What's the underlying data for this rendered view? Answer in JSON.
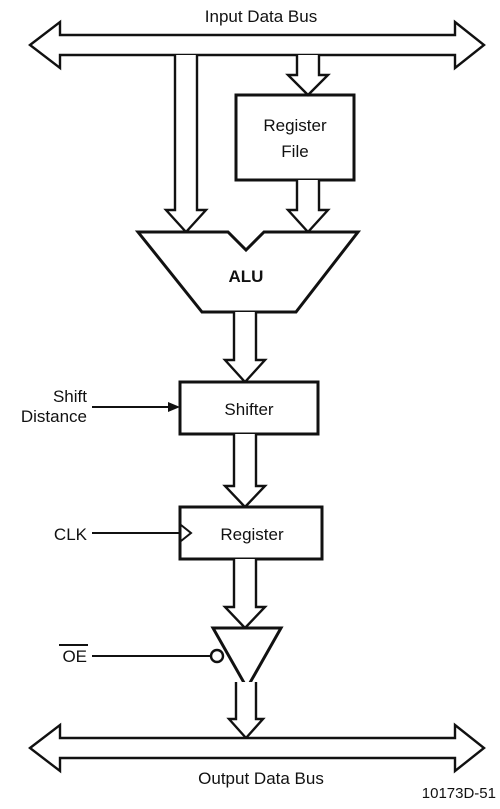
{
  "buses": {
    "input_label": "Input Data Bus",
    "output_label": "Output Data Bus"
  },
  "blocks": {
    "register_file_line1": "Register",
    "register_file_line2": "File",
    "alu": "ALU",
    "shifter": "Shifter",
    "register": "Register"
  },
  "signals": {
    "shift_line1": "Shift",
    "shift_line2": "Distance",
    "clk": "CLK",
    "oe": "OE"
  },
  "figure_id": "10173D-51",
  "colors": {
    "ink": "#111111",
    "background": "#ffffff"
  }
}
